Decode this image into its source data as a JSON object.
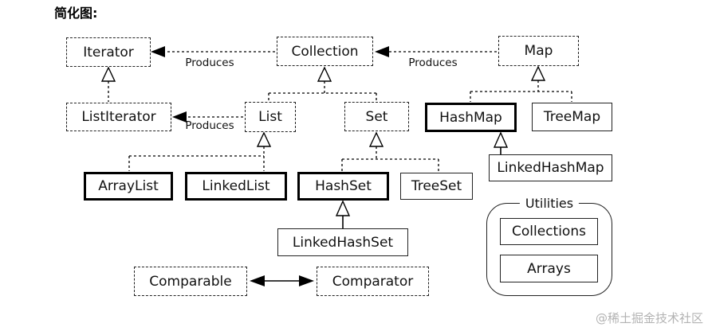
{
  "title": "简化图:",
  "watermark": "@稀土掘金技术社区",
  "diagram": {
    "nodes": [
      {
        "id": "iterator",
        "label": "Iterator",
        "style": "dashed"
      },
      {
        "id": "collection",
        "label": "Collection",
        "style": "dashed"
      },
      {
        "id": "map",
        "label": "Map",
        "style": "dashed"
      },
      {
        "id": "listiterator",
        "label": "ListIterator",
        "style": "dashed"
      },
      {
        "id": "list",
        "label": "List",
        "style": "dashed"
      },
      {
        "id": "set",
        "label": "Set",
        "style": "dashed"
      },
      {
        "id": "hashmap",
        "label": "HashMap",
        "style": "bold"
      },
      {
        "id": "treemap",
        "label": "TreeMap",
        "style": "solid"
      },
      {
        "id": "arraylist",
        "label": "ArrayList",
        "style": "bold"
      },
      {
        "id": "linkedlist",
        "label": "LinkedList",
        "style": "bold"
      },
      {
        "id": "hashset",
        "label": "HashSet",
        "style": "bold"
      },
      {
        "id": "treeset",
        "label": "TreeSet",
        "style": "solid"
      },
      {
        "id": "linkedhashmap",
        "label": "LinkedHashMap",
        "style": "solid"
      },
      {
        "id": "linkedhashset",
        "label": "LinkedHashSet",
        "style": "solid"
      },
      {
        "id": "comparable",
        "label": "Comparable",
        "style": "dashed"
      },
      {
        "id": "comparator",
        "label": "Comparator",
        "style": "dashed"
      }
    ],
    "utilities": {
      "label": "Utilities",
      "items": [
        {
          "label": "Collections"
        },
        {
          "label": "Arrays"
        }
      ]
    },
    "edges": [
      {
        "from": "Collection",
        "to": "Iterator",
        "label": "Produces",
        "type": "produces"
      },
      {
        "from": "Map",
        "to": "Collection",
        "label": "Produces",
        "type": "produces"
      },
      {
        "from": "List",
        "to": "ListIterator",
        "label": "Produces",
        "type": "produces"
      },
      {
        "from": "Comparable",
        "to": "Comparator",
        "type": "double-arrow"
      },
      {
        "from": "Iterator",
        "to": "ListIterator",
        "type": "extends"
      },
      {
        "from": "Collection",
        "to": "List",
        "type": "extends"
      },
      {
        "from": "Collection",
        "to": "Set",
        "type": "extends"
      },
      {
        "from": "Map",
        "to": "HashMap",
        "type": "extends"
      },
      {
        "from": "Map",
        "to": "TreeMap",
        "type": "extends"
      },
      {
        "from": "List",
        "to": "ArrayList",
        "type": "extends"
      },
      {
        "from": "List",
        "to": "LinkedList",
        "type": "extends"
      },
      {
        "from": "Set",
        "to": "HashSet",
        "type": "extends"
      },
      {
        "from": "Set",
        "to": "TreeSet",
        "type": "extends"
      },
      {
        "from": "HashMap",
        "to": "LinkedHashMap",
        "type": "extends"
      },
      {
        "from": "HashSet",
        "to": "LinkedHashSet",
        "type": "extends"
      }
    ]
  },
  "colors": {
    "line": "#000000",
    "box_border": "#000000",
    "watermark": "#b3b3b3",
    "background": "#ffffff"
  }
}
